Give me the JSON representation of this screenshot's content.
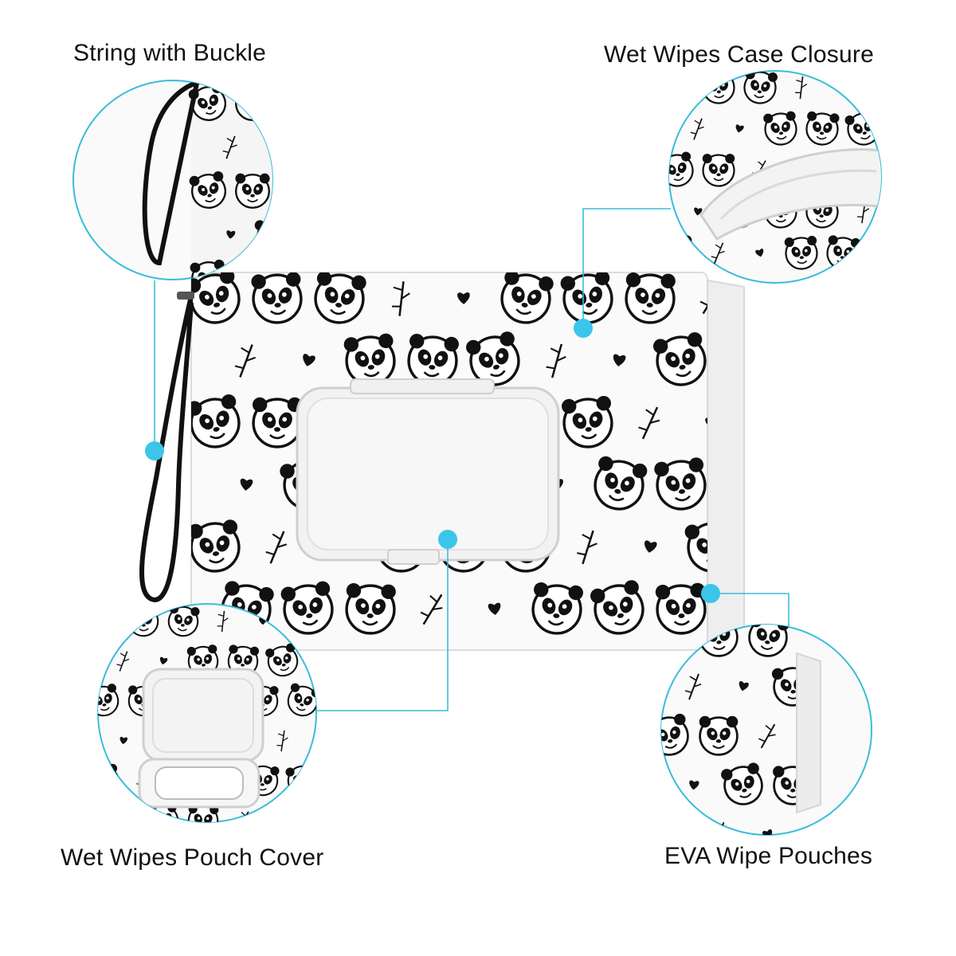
{
  "labels": {
    "string_with_buckle": "String with Buckle",
    "wet_wipes_case_closure": "Wet Wipes Case Closure",
    "wet_wipes_pouch_cover": "Wet Wipes Pouch Cover",
    "eva_wipe_pouches": "EVA Wipe Pouches"
  },
  "colors": {
    "callout_line": "#3bbcd9",
    "callout_dot": "#3bc5ea",
    "panda_ink": "#111111",
    "pouch_white": "#fafafa",
    "lid": "#f1f1f1"
  },
  "icons": [
    "panda-face-icon",
    "heart-icon",
    "bamboo-icon",
    "strap-icon",
    "buckle-icon"
  ]
}
